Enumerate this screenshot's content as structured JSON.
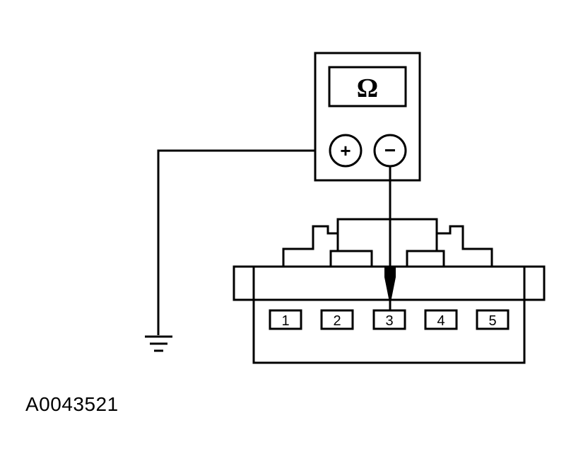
{
  "meter": {
    "display_symbol": "Ω",
    "positive_symbol": "+",
    "negative_symbol": "−"
  },
  "connector": {
    "pins": [
      "1",
      "2",
      "3",
      "4",
      "5"
    ],
    "probed_pin": "3"
  },
  "figure_id": "A0043521"
}
